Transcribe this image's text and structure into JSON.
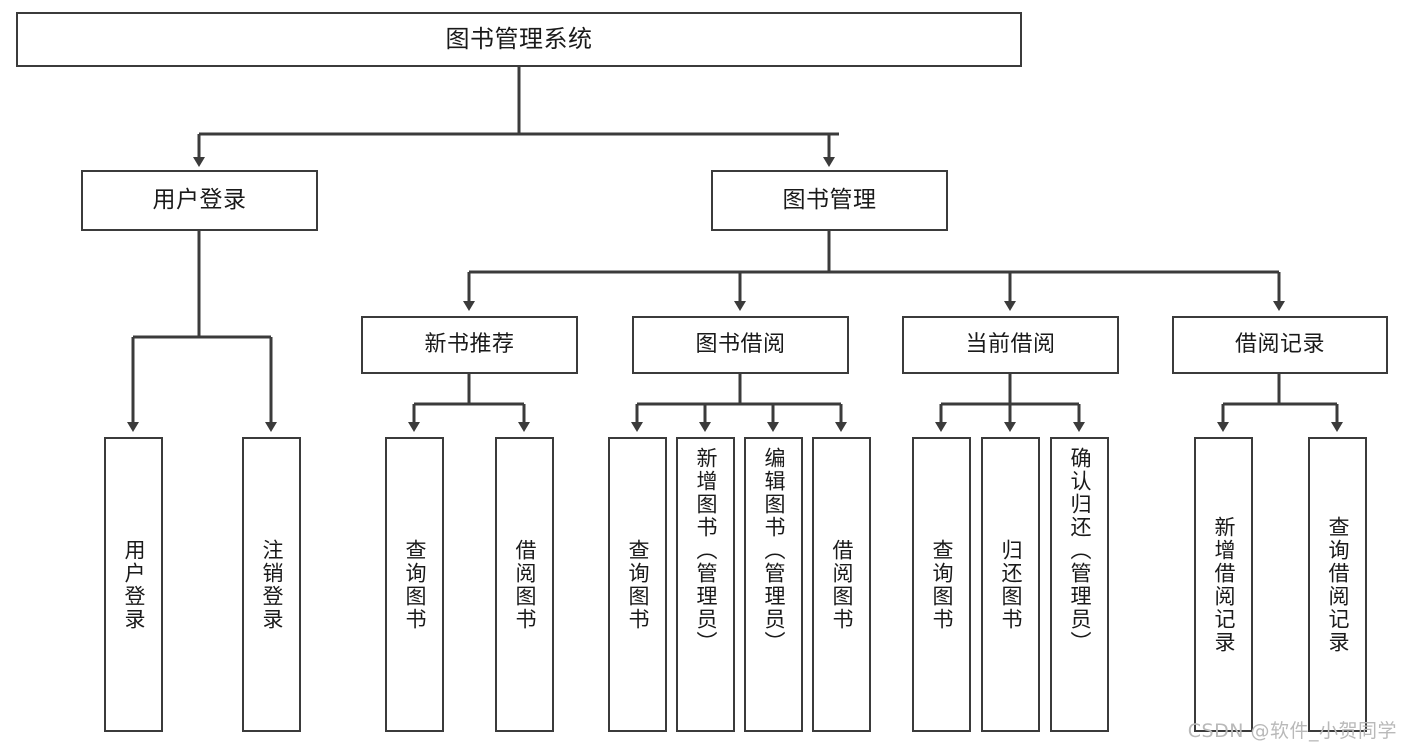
{
  "diagram": {
    "title": "图书管理系统",
    "type": "tree-hierarchy",
    "background_color": "#ffffff",
    "line_color": "#3b3b3b",
    "box_border_color": "#3b3b3b",
    "box_fill_color": "#ffffff",
    "text_color": "#1a1a1a"
  },
  "root": {
    "label": "图书管理系统"
  },
  "level2": [
    {
      "id": "user-login",
      "label": "用户登录"
    },
    {
      "id": "book-management",
      "label": "图书管理"
    }
  ],
  "level3": [
    {
      "id": "new-book-recommend",
      "label": "新书推荐",
      "parent": "book-management"
    },
    {
      "id": "book-borrow",
      "label": "图书借阅",
      "parent": "book-management"
    },
    {
      "id": "current-borrow",
      "label": "当前借阅",
      "parent": "book-management"
    },
    {
      "id": "borrow-record",
      "label": "借阅记录",
      "parent": "book-management"
    }
  ],
  "leaves": {
    "user_login": [
      {
        "id": "leaf-user-login",
        "label": "用户登录"
      },
      {
        "id": "leaf-user-logout",
        "label": "注销登录"
      }
    ],
    "new_book_recommend": [
      {
        "id": "leaf-query-book-1",
        "label": "查询图书"
      },
      {
        "id": "leaf-borrow-book-1",
        "label": "借阅图书"
      }
    ],
    "book_borrow": [
      {
        "id": "leaf-query-book-2",
        "label": "查询图书"
      },
      {
        "id": "leaf-add-book",
        "label": "新增图书（管理员）"
      },
      {
        "id": "leaf-edit-book",
        "label": "编辑图书（管理员）"
      },
      {
        "id": "leaf-borrow-book-2",
        "label": "借阅图书"
      }
    ],
    "current_borrow": [
      {
        "id": "leaf-query-book-3",
        "label": "查询图书"
      },
      {
        "id": "leaf-return-book",
        "label": "归还图书"
      },
      {
        "id": "leaf-confirm-return",
        "label": "确认归还（管理员）"
      }
    ],
    "borrow_record": [
      {
        "id": "leaf-add-record",
        "label": "新增借阅记录"
      },
      {
        "id": "leaf-query-record",
        "label": "查询借阅记录"
      }
    ]
  },
  "watermark": {
    "text": "CSDN @软件_小贺同学"
  }
}
